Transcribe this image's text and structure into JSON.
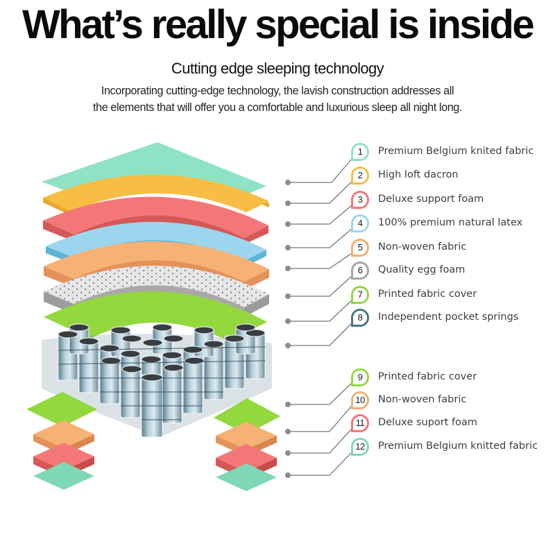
{
  "header": {
    "title": "What’s really special is inside",
    "subtitle": "Cutting edge sleeping technology",
    "intro_line1": "Incorporating cutting-edge technology, the lavish construction addresses all",
    "intro_line2": "the elements that will offer you a comfortable and luxurious sleep all night long."
  },
  "colors": {
    "mint": "#8fe3c4",
    "yellow": "#f7bd45",
    "coral": "#f47777",
    "sky": "#9bd6ee",
    "peach": "#f4ae6c",
    "gray": "#a4a4a8",
    "lime": "#93d83d",
    "slate": "#4a7489",
    "leader": "#8c8c8c"
  },
  "upper_layers": [
    {
      "number": "1",
      "label": "Premium Belgium knited fabric",
      "color": "#8fe3c4"
    },
    {
      "number": "2",
      "label": "High loft dacron",
      "color": "#f7bd45"
    },
    {
      "number": "3",
      "label": "Deluxe support foam",
      "color": "#f47777"
    },
    {
      "number": "4",
      "label": "100% premium natural latex",
      "color": "#9bd6ee"
    },
    {
      "number": "5",
      "label": "Non-woven fabric",
      "color": "#f4ae6c"
    },
    {
      "number": "6",
      "label": "Quality egg foam",
      "color": "#a4a4a8"
    },
    {
      "number": "7",
      "label": "Printed fabric cover",
      "color": "#93d83d"
    },
    {
      "number": "8",
      "label": "Independent pocket springs",
      "color": "#4a7489"
    }
  ],
  "lower_layers": [
    {
      "number": "9",
      "label": "Printed fabric cover",
      "color": "#93d83d"
    },
    {
      "number": "10",
      "label": "Non-woven fabric",
      "color": "#f4ae6c"
    },
    {
      "number": "11",
      "label": "Deluxe suport foam",
      "color": "#f47777"
    },
    {
      "number": "12",
      "label": "Premium Belgium knitted fabric",
      "color": "#7fd8b5"
    }
  ]
}
